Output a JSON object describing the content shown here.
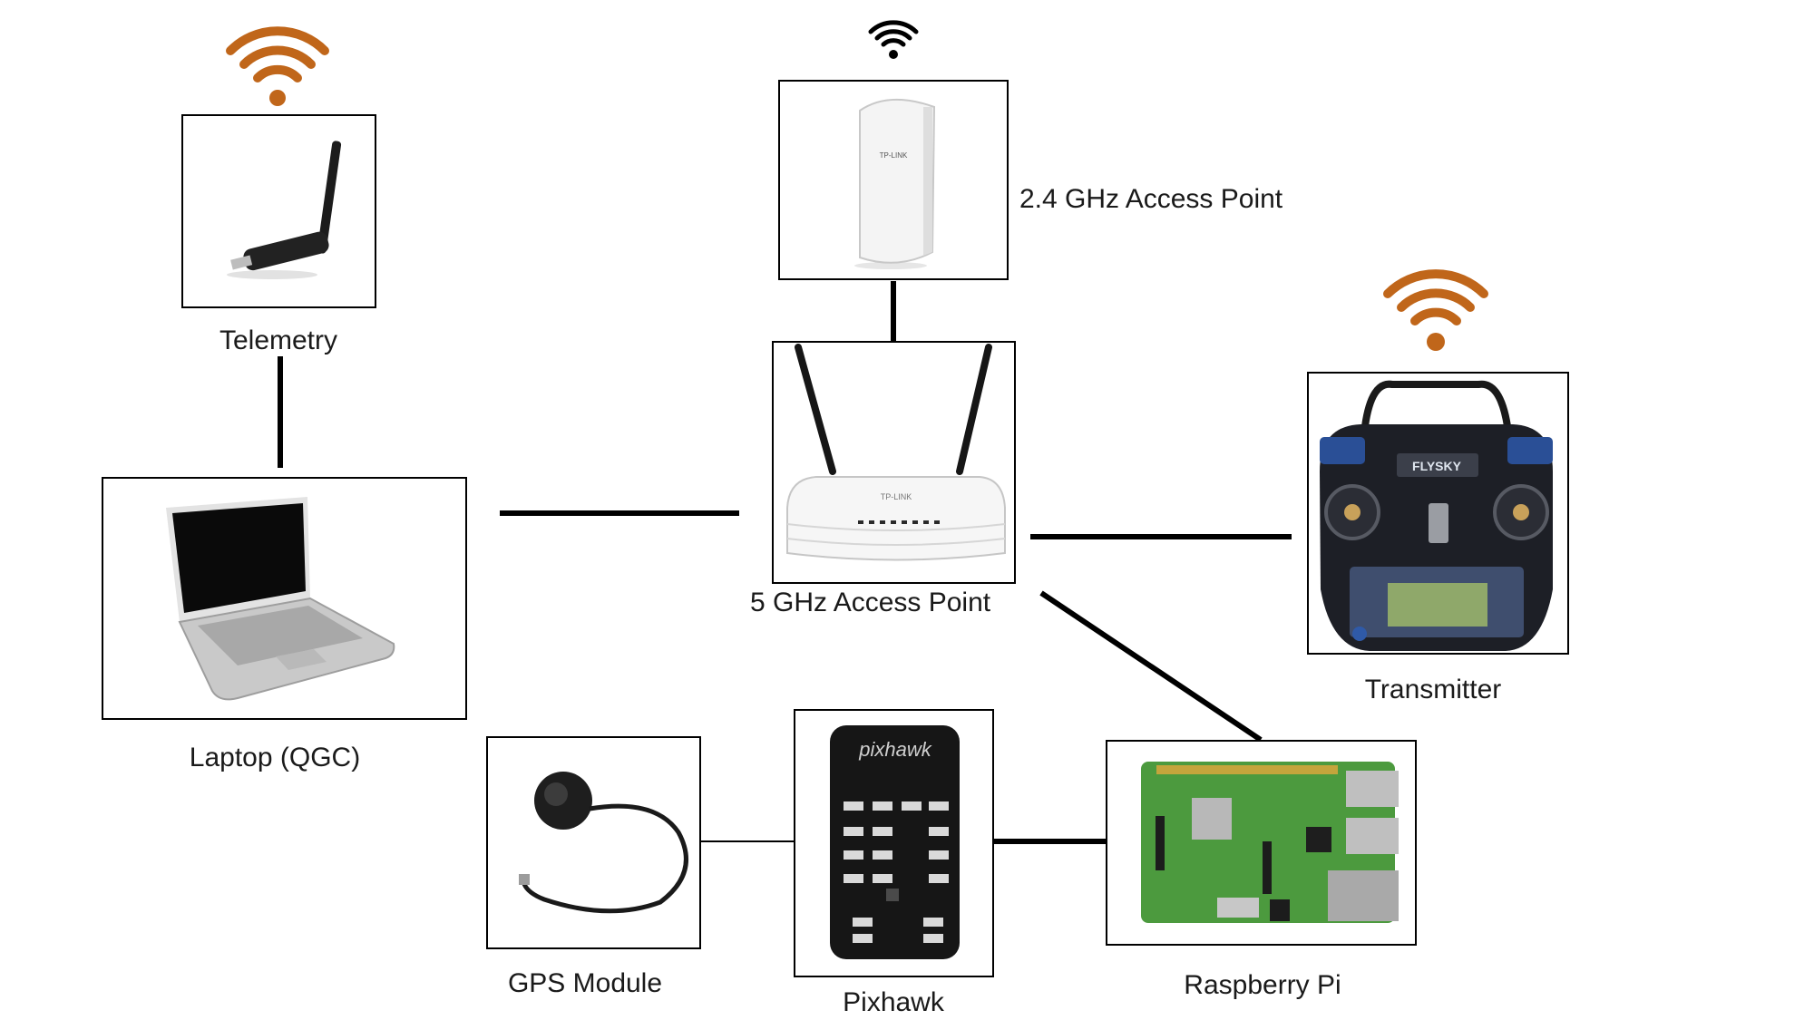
{
  "nodes": {
    "telemetry": {
      "label": "Telemetry",
      "icon": "telemetry-usb-radio-icon"
    },
    "access_point_24": {
      "label": "2.4 GHz Access Point",
      "icon": "outdoor-access-point-icon",
      "brand": "TP-LINK"
    },
    "access_point_5": {
      "label": "5 GHz Access Point",
      "icon": "wireless-router-icon",
      "brand": "TP-LINK"
    },
    "transmitter": {
      "label": "Transmitter",
      "icon": "rc-transmitter-icon",
      "brand": "FLYSKY"
    },
    "laptop": {
      "label": "Laptop (QGC)",
      "icon": "laptop-icon"
    },
    "gps": {
      "label": "GPS Module",
      "icon": "gps-puck-icon"
    },
    "pixhawk": {
      "label": "Pixhawk",
      "icon": "flight-controller-icon",
      "brand": "pixhawk"
    },
    "raspberry_pi": {
      "label": "Raspberry Pi",
      "icon": "raspberry-pi-board-icon"
    }
  },
  "wifi_icons": [
    {
      "attached_to": "telemetry",
      "color": "#c0661a"
    },
    {
      "attached_to": "access_point_24",
      "color": "#000000"
    },
    {
      "attached_to": "transmitter",
      "color": "#c0661a"
    }
  ],
  "connections": [
    {
      "from": "telemetry",
      "to": "laptop"
    },
    {
      "from": "access_point_24",
      "to": "access_point_5"
    },
    {
      "from": "laptop",
      "to": "access_point_5"
    },
    {
      "from": "access_point_5",
      "to": "transmitter"
    },
    {
      "from": "access_point_5",
      "to": "raspberry_pi"
    },
    {
      "from": "gps",
      "to": "pixhawk",
      "style": "thin"
    },
    {
      "from": "pixhawk",
      "to": "raspberry_pi"
    }
  ]
}
